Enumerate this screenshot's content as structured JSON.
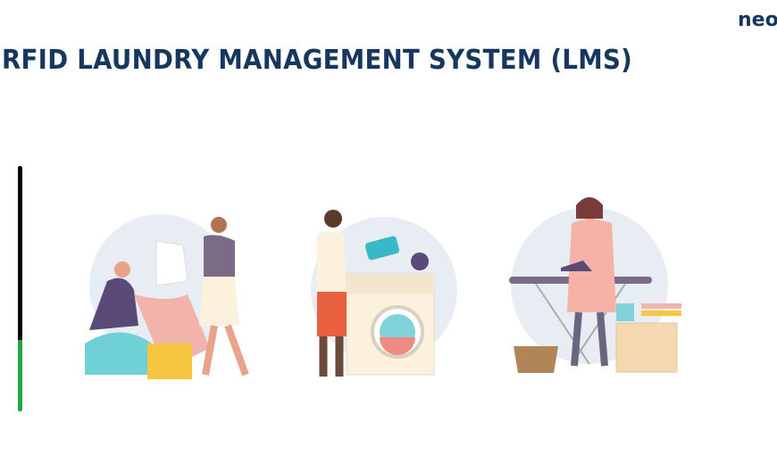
{
  "header": {
    "title": "RFID LAUNDRY MANAGEMENT SYSTEM (LMS)",
    "logo_text": "neo"
  },
  "progress_indicator": {
    "fraction_complete": 0.29,
    "track_color": "#000000",
    "fill_color": "#22a745"
  },
  "illustrations": [
    {
      "icon": "sorting-laundry-illustration"
    },
    {
      "icon": "washing-machine-illustration"
    },
    {
      "icon": "ironing-illustration"
    }
  ]
}
